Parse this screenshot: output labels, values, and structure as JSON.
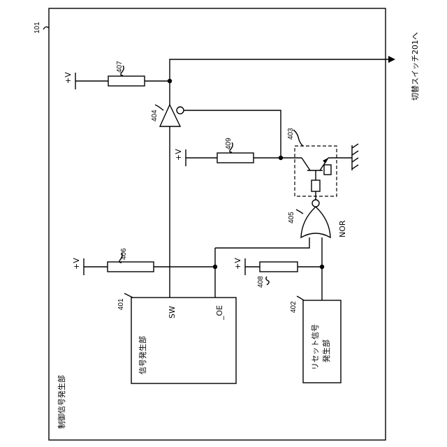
{
  "diagram": {
    "refs": {
      "r101": "101",
      "r401": "401",
      "r402": "402",
      "r403": "403",
      "r404": "404",
      "r405": "405",
      "r406": "406",
      "r407": "407",
      "r408": "408",
      "r409": "409"
    },
    "labels": {
      "control_block": "制御信号発生部",
      "signal_gen": "信号発生部",
      "reset_gen_line1": "リセット信号",
      "reset_gen_line2": "発生部",
      "switch_dest": "切替スイッチ201へ",
      "sw": "SW",
      "oe": "_OE",
      "nor": "NOR",
      "plus_v": "+V"
    }
  }
}
